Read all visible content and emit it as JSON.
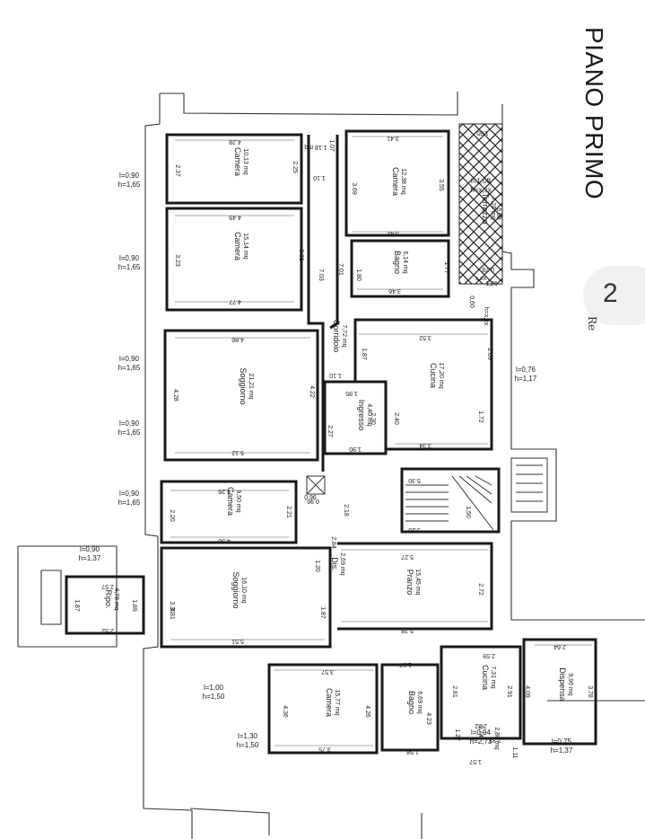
{
  "title": "PIANO PRIMO",
  "page_number": "2",
  "signature": "Re",
  "rooms": [
    {
      "name": "Camera",
      "area": "10,13 mq",
      "dims": [
        "4.28",
        "2.37",
        "2.25"
      ]
    },
    {
      "name": "Camera",
      "area": "15,14 mq",
      "dims": [
        "4.49",
        "3.23",
        "3.31",
        "4.77"
      ]
    },
    {
      "name": "Soggiorno",
      "area": "21,21 mq",
      "dims": [
        "4.86",
        "4.28",
        "4.22",
        "5.12"
      ]
    },
    {
      "name": "Camera",
      "area": "9,50 mq",
      "dims": [
        "4.26",
        "2.20",
        "2.21",
        "4.36"
      ]
    },
    {
      "name": "Soggiorno",
      "area": "16,10 mq",
      "dims": [
        "1.20",
        "1.87",
        "5.51",
        "3.31"
      ]
    },
    {
      "name": "Ripo.",
      "area": "4,78 mq",
      "dims": [
        "2.57",
        "1.87",
        "1.89",
        "2.52"
      ]
    },
    {
      "name": "Camera",
      "area": "12,38 mq",
      "dims": [
        "3.41",
        "3.69",
        "3.55",
        "3.42"
      ]
    },
    {
      "name": "Bagno",
      "area": "6,14 mq",
      "dims": [
        "1.80",
        "1.77",
        "3.46"
      ]
    },
    {
      "name": "Terrazzo",
      "area": "7,26 mq",
      "dims": [
        "1.35",
        "5.58",
        "0.78"
      ]
    },
    {
      "name": "Corridoio",
      "area": "7,72 mq",
      "dims": [
        "1.18 mq",
        "1.07",
        "1.10",
        "7.03",
        "7.01"
      ]
    },
    {
      "name": "Cucina",
      "area": "17,20 mq",
      "dims": [
        "3.52",
        "2.69",
        "1.72",
        "3.34"
      ]
    },
    {
      "name": "Ingresso",
      "area": "4,40 mq",
      "dims": [
        "1.95",
        "2.30",
        "2.40",
        "1.90",
        "1.87",
        "1.10",
        "2.27"
      ]
    },
    {
      "name": "Dis.",
      "area": "2,69 mq",
      "dims": [
        "2.84",
        "0.96",
        "2.18"
      ]
    },
    {
      "name": "Pranzo",
      "area": "15,45 mq",
      "dims": [
        "5.27",
        "2.72",
        "5.28",
        "5.20",
        "5.30"
      ]
    },
    {
      "name": "Camera",
      "area": "15,77 mq",
      "dims": [
        "3.57",
        "4.36",
        "4.26",
        "3.75"
      ]
    },
    {
      "name": "Bagno",
      "area": "6,69 mq",
      "dims": [
        "1.57",
        "4.23",
        "1.58"
      ]
    },
    {
      "name": "Cucina",
      "area": "7,31 mq",
      "dims": [
        "2.59",
        "2.81",
        "2.91",
        "2.52"
      ]
    },
    {
      "name": "Dispensa",
      "area": "9,96 mq",
      "dims": [
        "2.64",
        "4.09",
        "3.78"
      ]
    },
    {
      "name": "",
      "area": "2,80 mq",
      "dims": [
        "2.33",
        "1.27",
        "1.57",
        "0.74",
        "1.11"
      ]
    }
  ],
  "windows": [
    {
      "l": "l=0,90",
      "h": "h=1,65"
    },
    {
      "l": "l=0,90",
      "h": "h=1,65"
    },
    {
      "l": "l=0,90",
      "h": "h=1,65"
    },
    {
      "l": "l=0,90",
      "h": "h=1,65"
    },
    {
      "l": "l=0,90",
      "h": "h=1,65"
    },
    {
      "l": "l=0,76",
      "h": "h=1,17"
    },
    {
      "l": "l=1,08",
      "h": "h=x,xx"
    },
    {
      "l": "l=1,00",
      "h": "h=1,50"
    },
    {
      "l": "l=1,30",
      "h": "h=1,50"
    },
    {
      "l": "l=0,94",
      "h": "h=2,73"
    },
    {
      "l": "l=0,75",
      "h": "h=1,37"
    },
    {
      "l": "l=0,90",
      "h": "h=1,37"
    }
  ],
  "extra_labels": [
    "0,60",
    "h=x,xx",
    "1,26",
    "x,xx",
    "1,50",
    "3.30",
    "0.96"
  ]
}
